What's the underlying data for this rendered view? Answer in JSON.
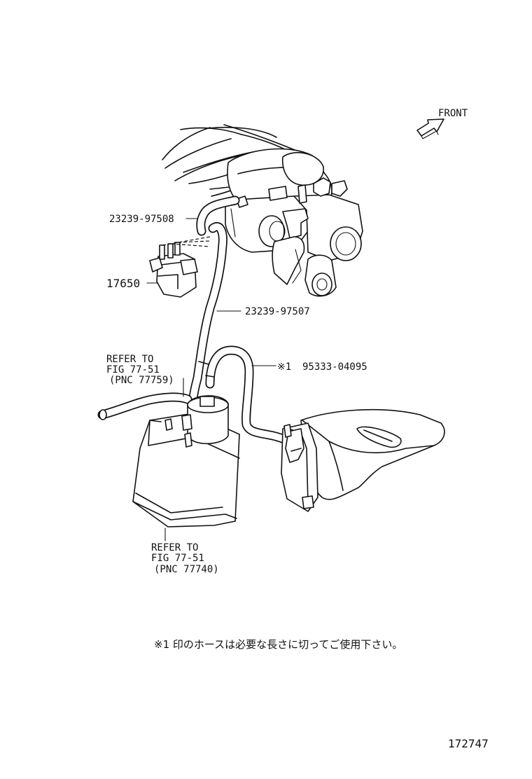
{
  "front_arrow": {
    "label": "FRONT"
  },
  "parts": {
    "hose_upper": "23239-97508",
    "vsv": "17650",
    "hose_main": "23239-97507",
    "hose_cut": {
      "marker": "※1",
      "number": "95333-04095"
    }
  },
  "references": {
    "fuel_line": {
      "line1": "REFER TO",
      "line2": "FIG 77-51",
      "line3": "(PNC 77759)"
    },
    "canister": {
      "line1": "REFER TO",
      "line2": "FIG 77-51",
      "line3": "(PNC 77740)"
    }
  },
  "footnote": "※1 印のホースは必要な長さに切ってご使用下さい。",
  "figure_id": "172747"
}
